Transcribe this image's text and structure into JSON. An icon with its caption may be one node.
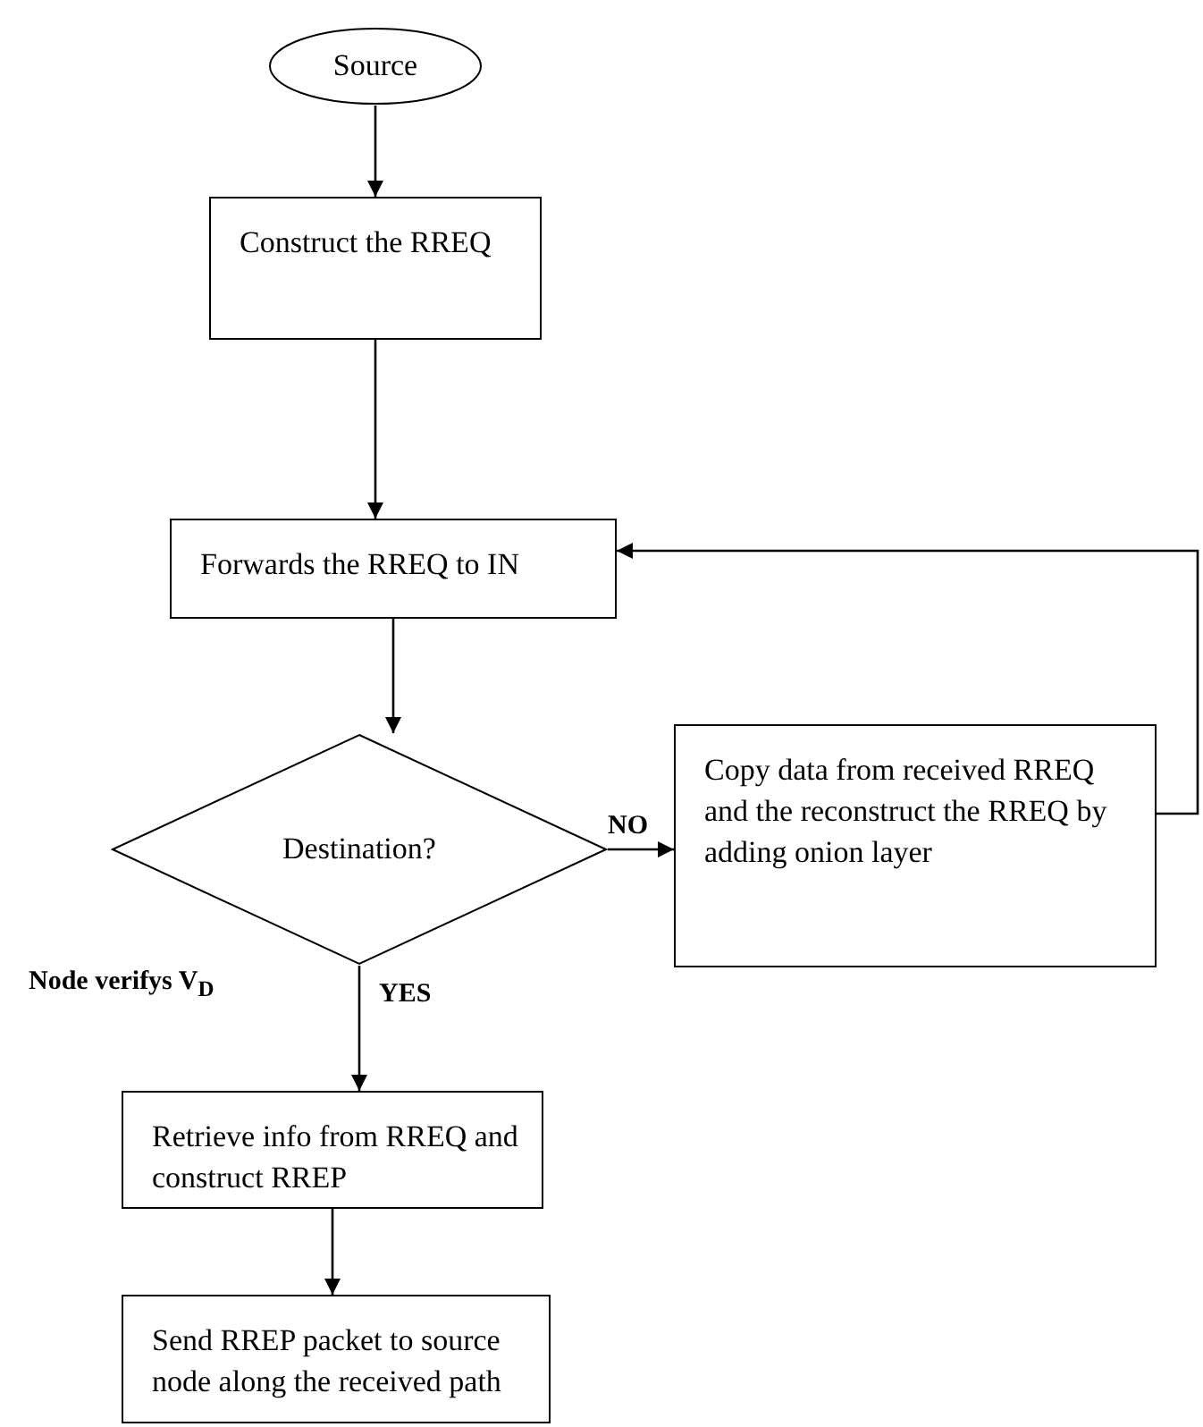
{
  "diagram": {
    "nodes": [
      {
        "text": [
          "Source"
        ]
      },
      {
        "text": [
          "Construct the RREQ"
        ]
      },
      {
        "text": [
          "Forwards the RREQ to IN"
        ]
      },
      {
        "text": [
          "Destination?"
        ]
      },
      {
        "text": [
          "Copy data from received RREQ and the reconstruct the RREQ by adding onion layer"
        ]
      },
      {
        "text": [
          "Retrieve info from RREQ and construct RREP"
        ]
      },
      {
        "text": [
          "Send RREP packet to source node along the received path"
        ]
      }
    ],
    "edges": [
      {
        "from": 0,
        "to": 1,
        "arrow": "to"
      },
      {
        "from": 1,
        "to": 2,
        "arrow": "to"
      },
      {
        "from": 2,
        "to": 3,
        "arrow": "to"
      },
      {
        "from": 3,
        "to": 4,
        "arrow": "to",
        "label": "NO"
      },
      {
        "from": 4,
        "to": 2,
        "arrow": "to"
      },
      {
        "from": 3,
        "to": 5,
        "arrow": "to",
        "label": "YES"
      },
      {
        "from": 5,
        "to": 6,
        "arrow": "to"
      }
    ],
    "labels": [
      "Node verifys V$_{D}$"
    ]
  }
}
